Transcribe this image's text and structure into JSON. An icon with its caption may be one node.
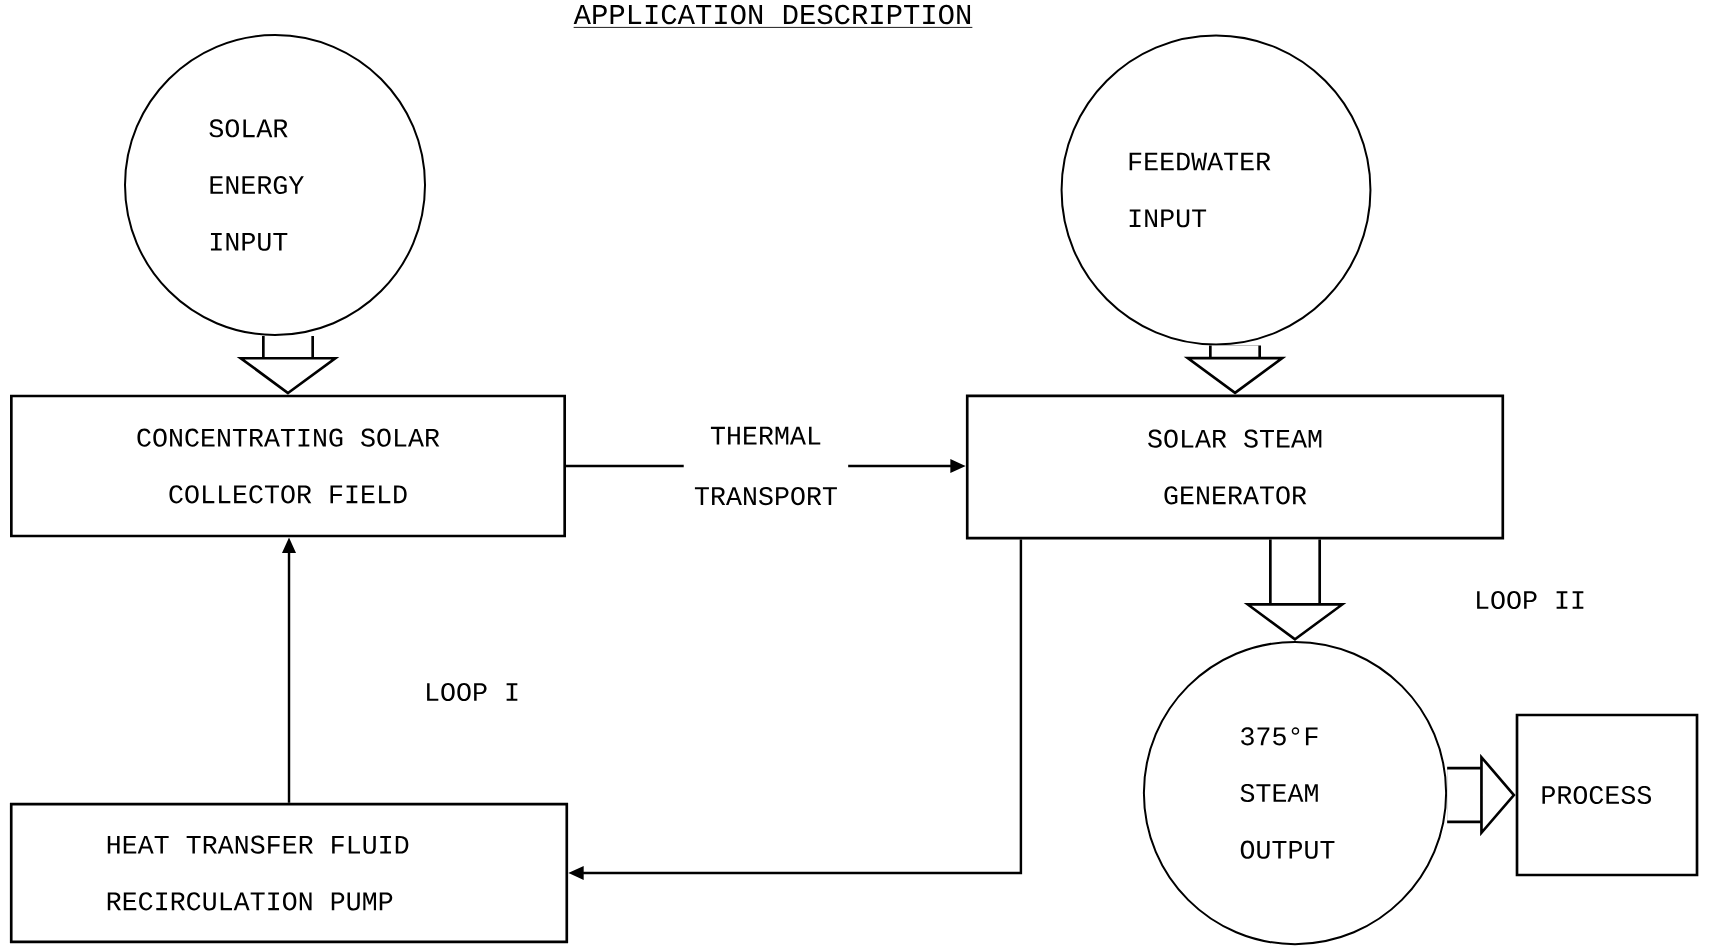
{
  "diagram": {
    "title": "APPLICATION DESCRIPTION",
    "nodes": [
      {
        "text": [
          "SOLAR ENERGY INPUT"
        ]
      },
      {
        "text": [
          "FEEDWATER INPUT"
        ]
      },
      {
        "text": [
          "CONCENTRATING SOLAR COLLECTOR FIELD"
        ]
      },
      {
        "text": [
          "SOLAR STEAM GENERATOR"
        ]
      },
      {
        "text": [
          "HEAT TRANSFER FLUID RECIRCULATION PUMP"
        ]
      },
      {
        "text": [
          "375°F STEAM OUTPUT"
        ]
      },
      {
        "text": [
          "PROCESS"
        ]
      }
    ],
    "edges": [
      {
        "from": 0,
        "to": 2,
        "arrow": "to"
      },
      {
        "from": 1,
        "to": 3,
        "arrow": "to"
      },
      {
        "from": 2,
        "to": 3,
        "arrow": "to",
        "label": "THERMAL TRANSPORT"
      },
      {
        "from": 3,
        "to": 4,
        "arrow": "to"
      },
      {
        "from": 4,
        "to": 2,
        "arrow": "to"
      },
      {
        "from": 3,
        "to": 5,
        "arrow": "to"
      },
      {
        "from": 5,
        "to": 6,
        "arrow": "to"
      }
    ],
    "labels": [
      "LOOP I",
      "LOOP II"
    ]
  }
}
